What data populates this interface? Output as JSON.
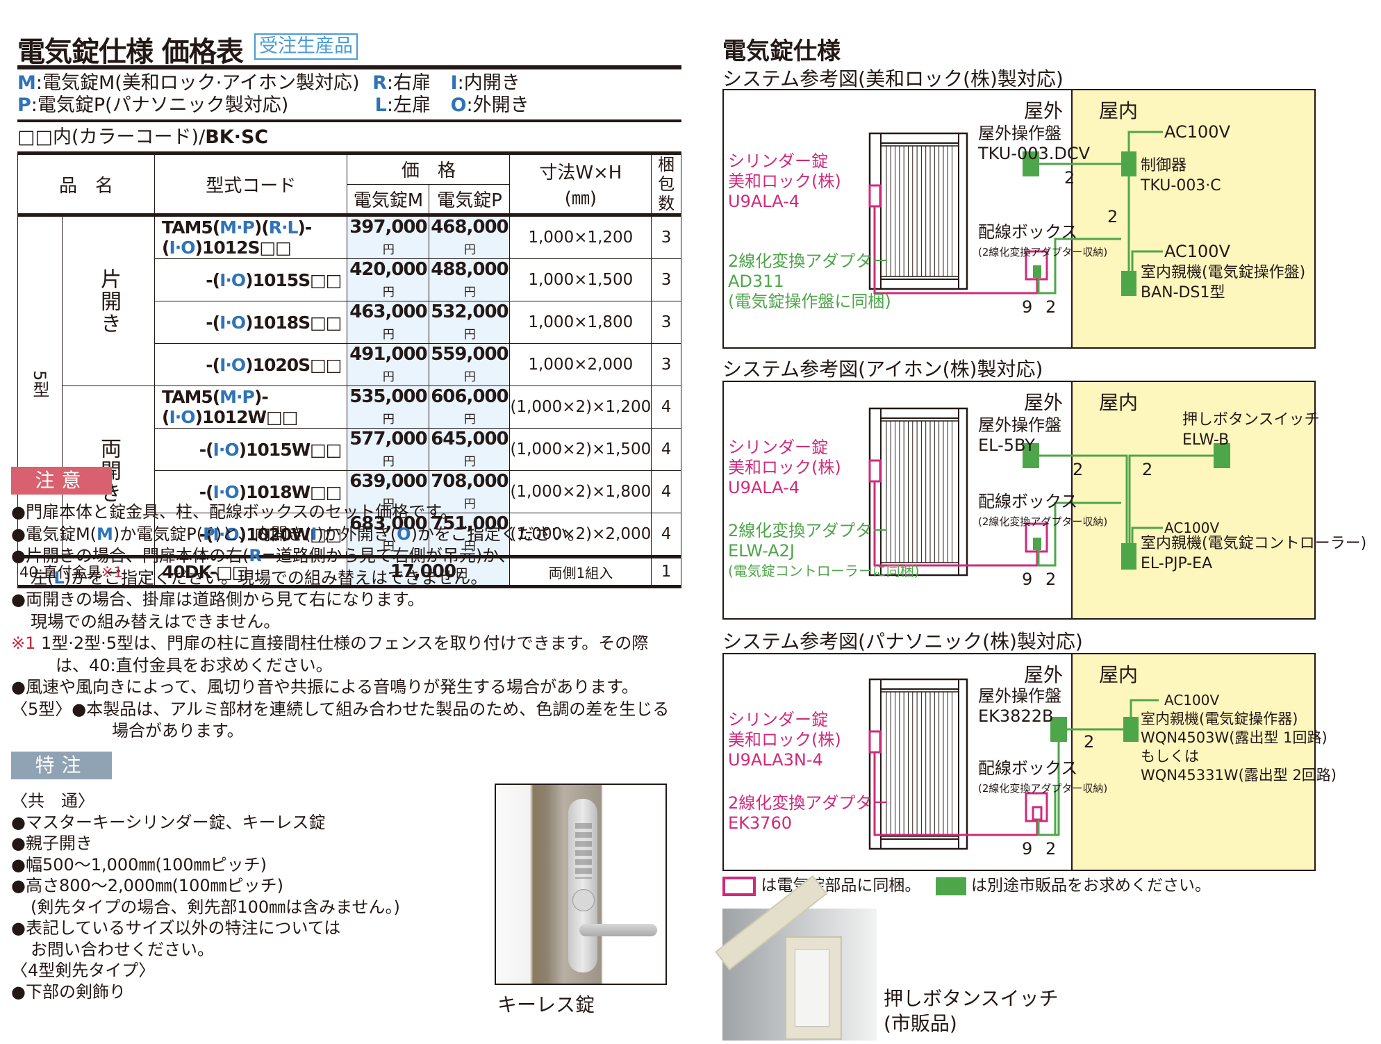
{
  "left": {
    "title": "電気錠仕様 価格表",
    "badge": "受注生産品",
    "legend": {
      "m_key": "M",
      "m_text": ":電気錠M(美和ロック·アイホン製対応)",
      "p_key": "P",
      "p_text": ":電気錠P(パナソニック製対応)",
      "r_key": "R",
      "r_text": ":右扉",
      "l_key": "L",
      "l_text": ":左扉",
      "i_key": "I",
      "i_text": ":内開き",
      "o_key": "O",
      "o_text": ":外開き"
    },
    "color_code": {
      "prefix": "□□内(カラーコード)/",
      "codes": "BK·SC"
    },
    "table": {
      "headers": {
        "name": "品　名",
        "code": "型式コード",
        "price": "価　格",
        "price_m": "電気錠M",
        "price_p": "電気錠P",
        "size": "寸法W×H",
        "size_unit": "(㎜)",
        "packs": "梱包数"
      },
      "type_label": "5型",
      "groups": [
        {
          "label": "片開き",
          "rows": [
            {
              "code_pre": "TAM5(",
              "code_mp": "M·P",
              "code_mid1": ")(",
              "code_rl": "R·L",
              "code_mid2": ")-(",
              "code_io": "I·O",
              "code_post": ")1012S□□",
              "price_m": "397,000",
              "price_p": "468,000",
              "size": "1,000×1,200",
              "packs": "3"
            },
            {
              "code_pre": "",
              "code_mp": "",
              "code_mid1": "",
              "code_rl": "",
              "code_mid2": "-(",
              "code_io": "I·O",
              "code_post": ")1015S□□",
              "price_m": "420,000",
              "price_p": "488,000",
              "size": "1,000×1,500",
              "packs": "3"
            },
            {
              "code_pre": "",
              "code_mp": "",
              "code_mid1": "",
              "code_rl": "",
              "code_mid2": "-(",
              "code_io": "I·O",
              "code_post": ")1018S□□",
              "price_m": "463,000",
              "price_p": "532,000",
              "size": "1,000×1,800",
              "packs": "3"
            },
            {
              "code_pre": "",
              "code_mp": "",
              "code_mid1": "",
              "code_rl": "",
              "code_mid2": "-(",
              "code_io": "I·O",
              "code_post": ")1020S□□",
              "price_m": "491,000",
              "price_p": "559,000",
              "size": "1,000×2,000",
              "packs": "3"
            }
          ]
        },
        {
          "label": "両開き",
          "rows": [
            {
              "code_pre": "TAM5(",
              "code_mp": "M·P",
              "code_mid1": ")",
              "code_rl": "",
              "code_mid2": "-(",
              "code_io": "I·O",
              "code_post": ")1012W□□",
              "price_m": "535,000",
              "price_p": "606,000",
              "size": "(1,000×2)×1,200",
              "packs": "4"
            },
            {
              "code_pre": "",
              "code_mp": "",
              "code_mid1": "",
              "code_rl": "",
              "code_mid2": "-(",
              "code_io": "I·O",
              "code_post": ")1015W□□",
              "price_m": "577,000",
              "price_p": "645,000",
              "size": "(1,000×2)×1,500",
              "packs": "4"
            },
            {
              "code_pre": "",
              "code_mp": "",
              "code_mid1": "",
              "code_rl": "",
              "code_mid2": "-(",
              "code_io": "I·O",
              "code_post": ")1018W□□",
              "price_m": "639,000",
              "price_p": "708,000",
              "size": "(1,000×2)×1,800",
              "packs": "4"
            },
            {
              "code_pre": "",
              "code_mp": "",
              "code_mid1": "",
              "code_rl": "",
              "code_mid2": "-(",
              "code_io": "I·O",
              "code_post": ")1020W□□",
              "price_m": "683,000",
              "price_p": "751,000",
              "size": "(1,000×2)×2,000",
              "packs": "4"
            }
          ]
        }
      ],
      "yen": "円",
      "extra_row": {
        "label": "40:直付金具",
        "label_mark": "※1",
        "code": "40DK-□□",
        "price": "17,000",
        "size": "両側1組入",
        "packs": "1"
      }
    },
    "caution": {
      "heading": "注意",
      "color": "#d9606e",
      "items": [
        {
          "pre": "●門扉本体と錠金具、柱、配線ボックスのセット価格です。"
        },
        {
          "pre": "●電気錠M(",
          "k1": "M",
          "mid1": ")か電気錠P(",
          "k2": "P",
          "mid2": ")と、内開き(",
          "k3": "I",
          "mid3": ")か外開き(",
          "k4": "O",
          "post": ")かをご指定ください。"
        },
        {
          "pre": "●片開きの場合、門扉本体の右(",
          "k1": "R",
          "post": "=道路側から見て右側が吊元)か、"
        },
        {
          "pre": "左(",
          "k1": "L",
          "post": ")かをご指定ください。現場での組み替えはできません。"
        },
        {
          "pre": "●両開きの場合、掛扉は道路側から見て右になります。"
        },
        {
          "pre": "現場での組み替えはできません。"
        },
        {
          "mark": "※1",
          "pre": " 1型·2型·5型は、門扉の柱に直接間柱仕様のフェンスを取り付けできます。その際"
        },
        {
          "pre": "は、40:直付金具をお求めください。"
        },
        {
          "pre": "●風速や風向きによって、風切り音や共振による音鳴りが発生する場合があります。"
        },
        {
          "pre": "〈5型〉●本製品は、アルミ部材を連続して組み合わせた製品のため、色調の差を生じる"
        },
        {
          "pre": "場合があります。"
        }
      ]
    },
    "special": {
      "heading": "特注",
      "color": "#8fa3b4",
      "lines": [
        "〈共　通〉",
        "●マスターキーシリンダー錠、キーレス錠",
        "●親子開き",
        "●幅500～1,000㎜(100㎜ピッチ)",
        "●高さ800～2,000㎜(100㎜ピッチ)",
        "(剣先タイプの場合、剣先部100㎜は含みません。)",
        "●表記しているサイズ以外の特注については",
        "お問い合わせください。",
        "〈4型剣先タイプ〉",
        "●下部の剣飾り"
      ]
    },
    "photo_caption": "キーレス錠"
  },
  "right": {
    "title": "電気錠仕様",
    "outdoor": "屋外",
    "indoor": "屋内",
    "colors": {
      "pink": "#d02a7a",
      "green": "#4ea64a",
      "indoor_bg": "#fdf6bd"
    },
    "diagrams": [
      {
        "subtitle": "システム参考図(美和ロック(株)製対応)",
        "cylinder": [
          "シリンダー錠",
          "美和ロック(株)",
          "U9ALA-4"
        ],
        "adapter": [
          "2線化変換アダプター",
          "AD311",
          "(電気錠操作盤に同梱)"
        ],
        "adapter_color": "green",
        "outdoor_panel": [
          "屋外操作盤",
          "TKU-003.DCV"
        ],
        "wiring_box": [
          "配線ボックス",
          "(2線化変換アダプター収納)"
        ],
        "wire_counts": {
          "box_pink": "9",
          "box_green": "2",
          "panel": "2",
          "vertical": "2"
        },
        "indoor_items": [
          {
            "ac": "AC100V",
            "lines": [
              "制御器",
              "TKU-003·C"
            ]
          },
          {
            "ac": "AC100V",
            "lines": [
              "室内親機(電気錠操作盤)",
              "BAN-DS1型"
            ]
          }
        ]
      },
      {
        "subtitle": "システム参考図(アイホン(株)製対応)",
        "cylinder": [
          "シリンダー錠",
          "美和ロック(株)",
          "U9ALA-4"
        ],
        "adapter": [
          "2線化変換アダプター",
          "ELW-A2J",
          "(電気錠コントローラーに同梱)"
        ],
        "adapter_color": "green",
        "outdoor_panel": [
          "屋外操作盤",
          "EL-5BY"
        ],
        "wiring_box": [
          "配線ボックス",
          "(2線化変換アダプター収納)"
        ],
        "wire_counts": {
          "box_pink": "9",
          "box_green": "2",
          "panel": "2",
          "switch": "2"
        },
        "indoor_items": [
          {
            "ac": "",
            "lines": [
              "押しボタンスイッチ",
              "ELW-B"
            ]
          },
          {
            "ac": "AC100V",
            "lines": [
              "室内親機(電気錠コントローラー)",
              "EL-PJP-EA"
            ]
          }
        ]
      },
      {
        "subtitle": "システム参考図(パナソニック(株)製対応)",
        "cylinder": [
          "シリンダー錠",
          "美和ロック(株)",
          "U9ALA3N-4"
        ],
        "adapter": [
          "2線化変換アダプター",
          "EK3760"
        ],
        "adapter_color": "pink",
        "outdoor_panel": [
          "屋外操作盤",
          "EK3822B"
        ],
        "wiring_box": [
          "配線ボックス",
          "(2線化変換アダプター収納)"
        ],
        "wire_counts": {
          "box_pink": "9",
          "box_green": "2",
          "panel": "2"
        },
        "indoor_items": [
          {
            "ac": "AC100V",
            "lines": [
              "室内親機(電気錠操作器)",
              "WQN4503W(露出型 1回路)",
              "もしくは",
              "WQN45331W(露出型 2回路)"
            ]
          }
        ]
      }
    ],
    "legend": {
      "pink_text": "は電気錠部品に同梱。",
      "green_text": "は別途市販品をお求めください。"
    },
    "photo_caption": [
      "押しボタンスイッチ",
      "(市販品)"
    ]
  }
}
